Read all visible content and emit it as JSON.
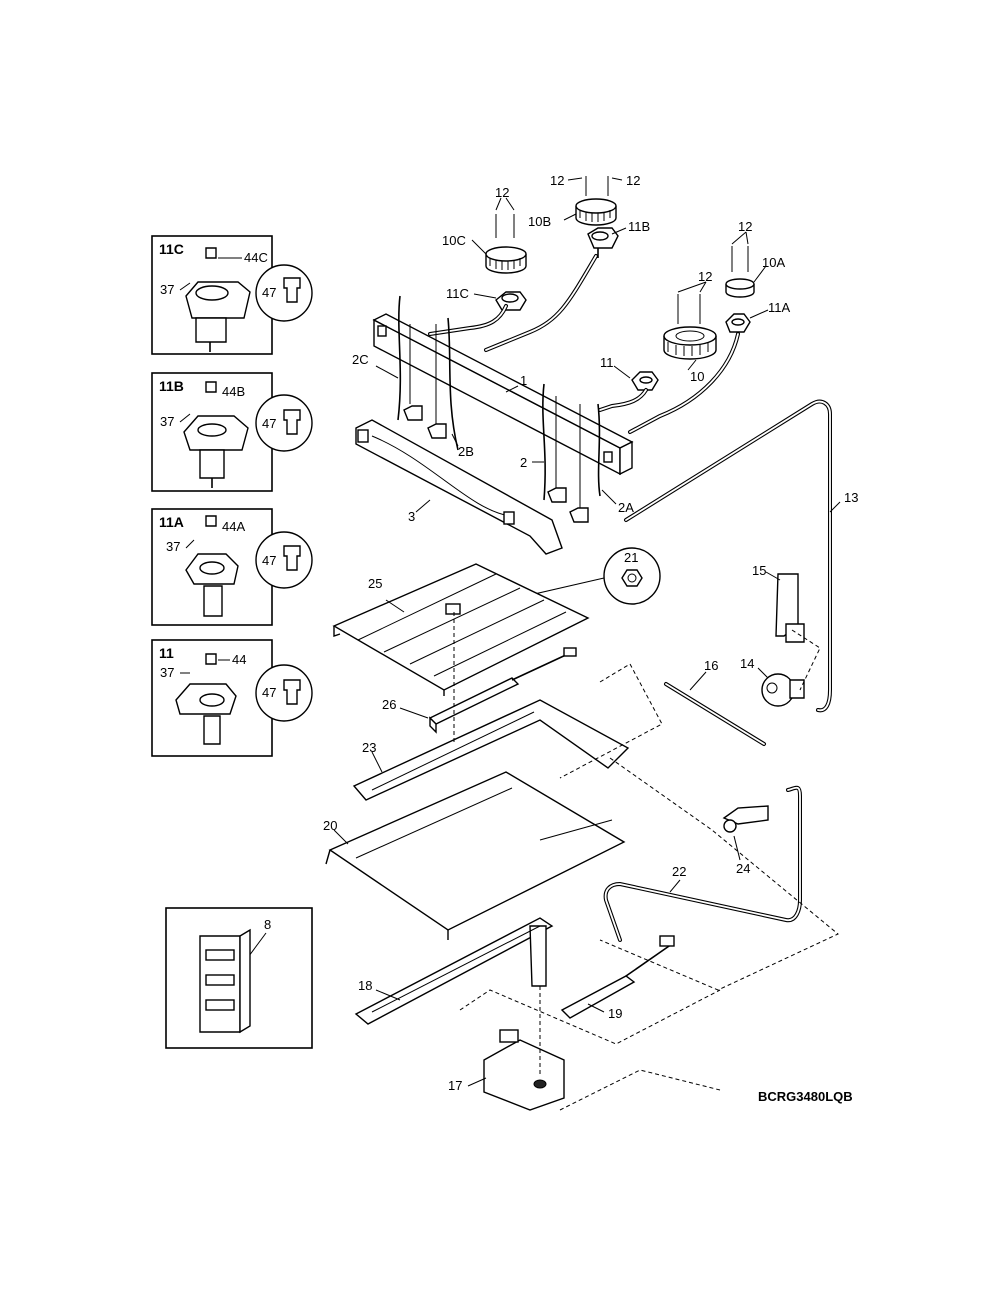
{
  "diagram": {
    "model_code": "BCRG3480LQB",
    "inset_11c": {
      "title": "11C",
      "parts": [
        "44C",
        "37",
        "47"
      ]
    },
    "inset_11b": {
      "title": "11B",
      "parts": [
        "44B",
        "37",
        "47"
      ]
    },
    "inset_11a": {
      "title": "11A",
      "parts": [
        "44A",
        "37",
        "47"
      ]
    },
    "inset_11": {
      "title": "11",
      "parts": [
        "44",
        "37",
        "47"
      ]
    },
    "inset_8": {
      "parts": [
        "8"
      ]
    },
    "callouts": {
      "p1": "1",
      "p2": "2",
      "p2a": "2A",
      "p2b": "2B",
      "p2c": "2C",
      "p3": "3",
      "p10": "10",
      "p10a": "10A",
      "p10b": "10B",
      "p10c": "10C",
      "p11": "11",
      "p11a": "11A",
      "p11b": "11B",
      "p11c": "11C",
      "p12": "12",
      "p13": "13",
      "p14": "14",
      "p15": "15",
      "p16": "16",
      "p17": "17",
      "p18": "18",
      "p19": "19",
      "p20": "20",
      "p21": "21",
      "p22": "22",
      "p23": "23",
      "p24": "24",
      "p25": "25",
      "p26": "26"
    }
  }
}
